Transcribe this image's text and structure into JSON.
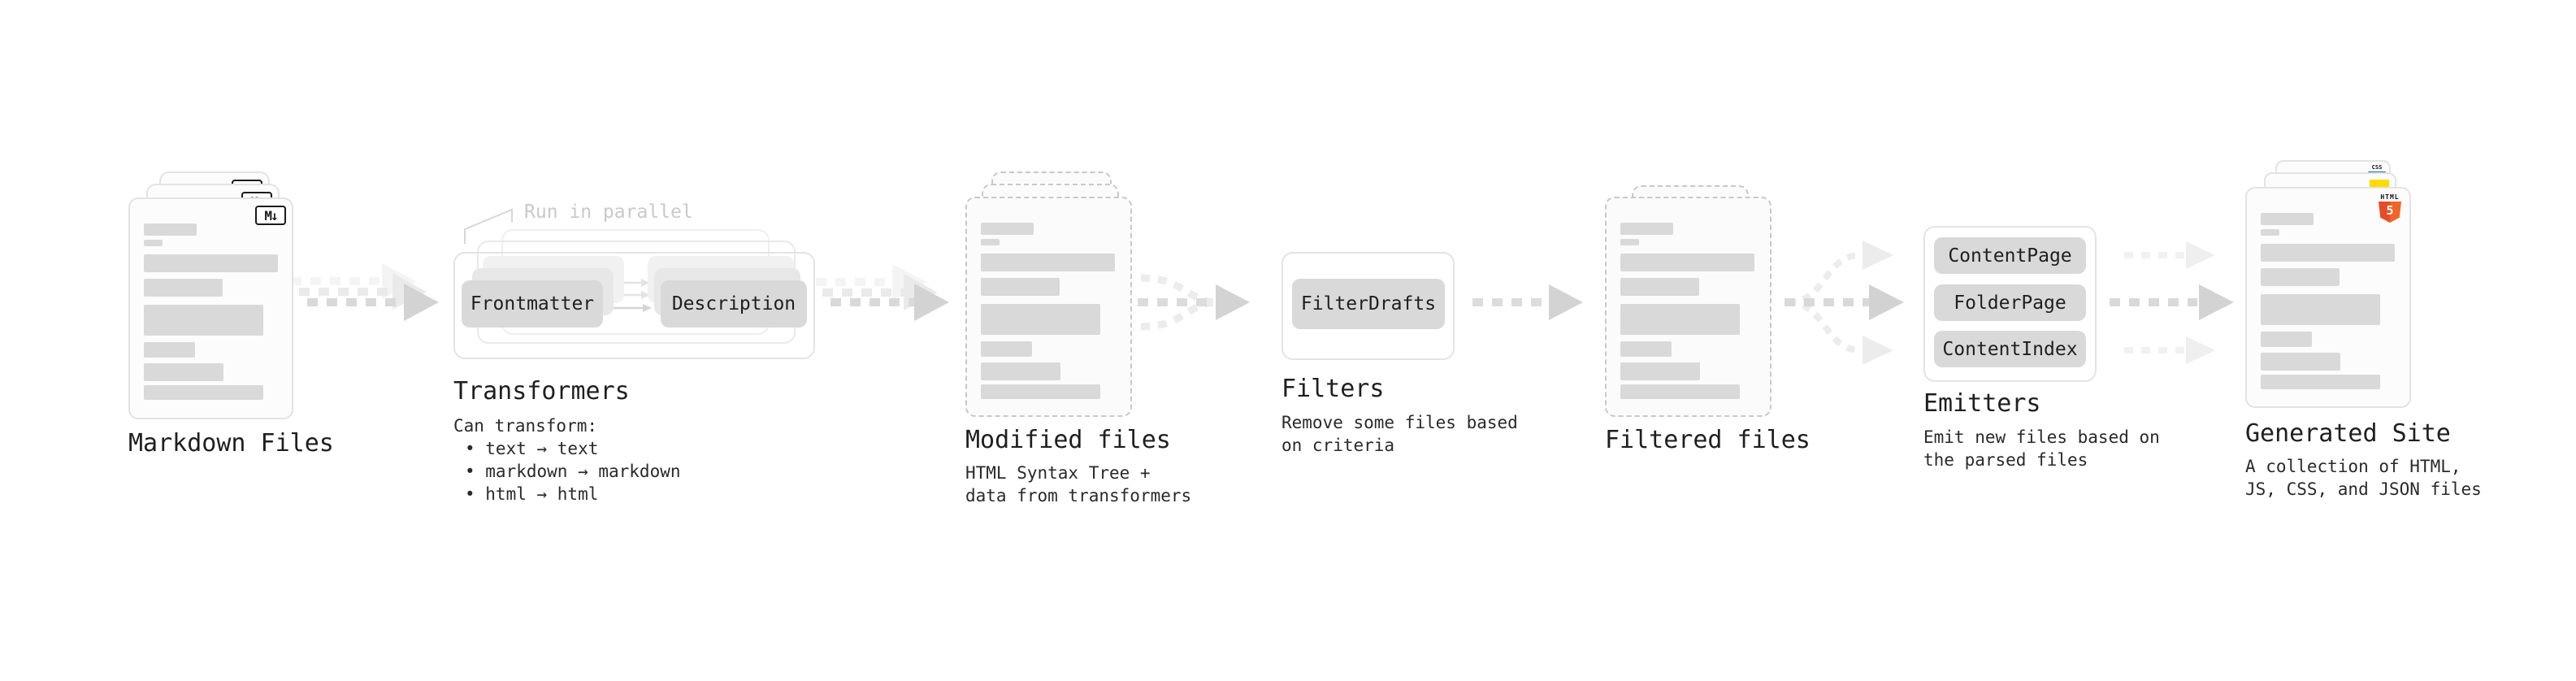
{
  "diagram": {
    "stages": [
      {
        "id": "markdown-files",
        "title": "Markdown Files",
        "badge": "M↓"
      },
      {
        "id": "transformers",
        "title": "Transformers",
        "note": "Run in parallel",
        "chips": [
          "Frontmatter",
          "Description"
        ],
        "description_lines": [
          "Can transform:",
          "• text → text",
          "• markdown → markdown",
          "• html → html"
        ]
      },
      {
        "id": "modified-files",
        "title": "Modified files",
        "description_lines": [
          "HTML Syntax Tree +",
          "data from transformers"
        ]
      },
      {
        "id": "filters",
        "title": "Filters",
        "chips": [
          "FilterDrafts"
        ],
        "description_lines": [
          "Remove some files based",
          "on criteria"
        ]
      },
      {
        "id": "filtered-files",
        "title": "Filtered files"
      },
      {
        "id": "emitters",
        "title": "Emitters",
        "chips": [
          "ContentPage",
          "FolderPage",
          "ContentIndex"
        ],
        "description_lines": [
          "Emit new files based on",
          "the parsed files"
        ]
      },
      {
        "id": "generated-site",
        "title": "Generated Site",
        "description_lines": [
          "A collection of HTML,",
          "JS, CSS, and JSON files"
        ],
        "file_badges": {
          "css": "CSS",
          "html_label": "HTML",
          "html_number": "5"
        }
      }
    ],
    "colors": {
      "html5_orange": "#e44d26",
      "js_yellow": "#ffdb00",
      "css_blue": "#2465c2",
      "chip_gray": "#d9d9d9",
      "text": "#1f1f1f",
      "muted_note": "#c9c9c9"
    }
  }
}
